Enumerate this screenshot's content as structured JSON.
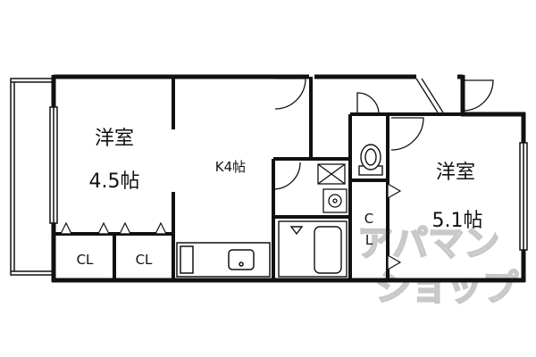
{
  "floorplan": {
    "rooms": {
      "west_bedroom": {
        "name": "洋室",
        "size": "4.5帖"
      },
      "kitchen": {
        "name": "K4帖"
      },
      "east_bedroom": {
        "name": "洋室",
        "size": "5.1帖"
      }
    },
    "closets": {
      "west_1": "CL",
      "west_2": "CL",
      "east_top": "C",
      "east_bottom": "L"
    },
    "watermark": [
      "アパマン",
      "ショップ"
    ],
    "colors": {
      "wall": "#111111",
      "fixture": "#222222",
      "watermark": "#c8c8c8",
      "background": "#ffffff"
    }
  }
}
